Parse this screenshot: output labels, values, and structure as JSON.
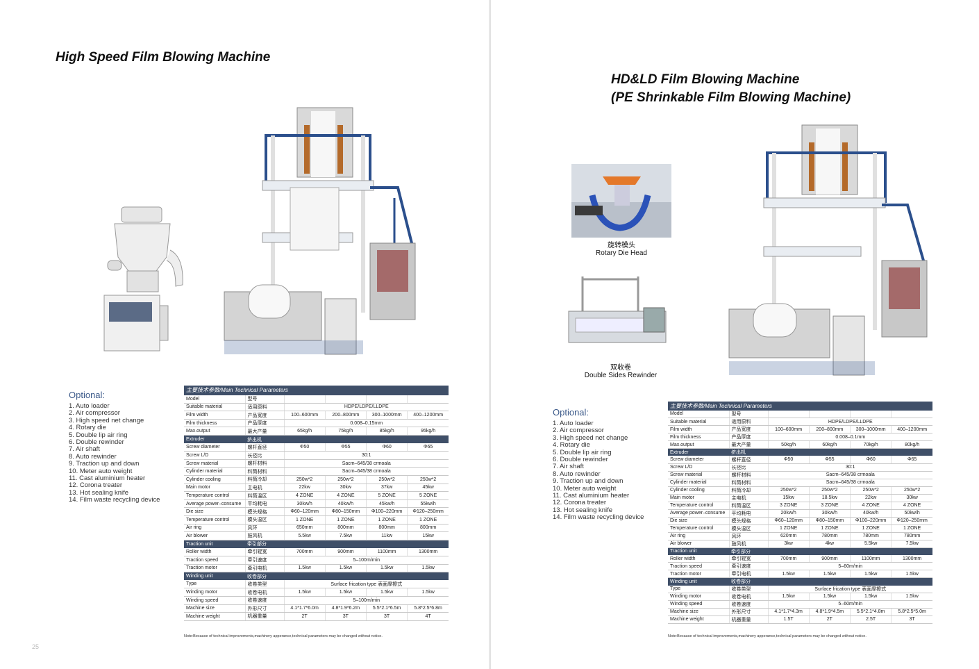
{
  "left": {
    "title": "High Speed Film Blowing Machine",
    "optional_title": "Optional:",
    "optional_items": [
      "1. Auto loader",
      "2. Air compressor",
      "3. High speed net change",
      "4. Rotary die",
      "5. Double lip air ring",
      "6. Double rewinder",
      "7. Air shaft",
      "8. Auto rewinder",
      "9. Traction up and down",
      "10. Meter auto weight",
      "11. Cast aluminium heater",
      "12. Corona treater",
      "13. Hot sealing knife",
      "14. Film waste recycling device"
    ],
    "table_title": "主要技术参数/Main Technical Parameters",
    "rows": [
      {
        "k": "Model",
        "z": "型号",
        "v": [
          "",
          "",
          "",
          ""
        ]
      },
      {
        "k": "Suitable material",
        "z": "适用原料",
        "span": "HDPE/LDPE/LLDPE"
      },
      {
        "k": "Film width",
        "z": "产品宽度",
        "v": [
          "100–600mm",
          "200–800mm",
          "300–1000mm",
          "400–1200mm"
        ]
      },
      {
        "k": "Film thickness",
        "z": "产品厚度",
        "span": "0.008–0.15mm"
      },
      {
        "k": "Max.output",
        "z": "最大产量",
        "v": [
          "65kg/h",
          "75kg/h",
          "85kg/h",
          "95kg/h"
        ]
      },
      {
        "sec": "Extruder",
        "z": "挤出机"
      },
      {
        "k": "Screw diameter",
        "z": "螺杆直径",
        "v": [
          "Φ50",
          "Φ55",
          "Φ60",
          "Φ65"
        ]
      },
      {
        "k": "Screw L/D",
        "z": "长径比",
        "span": "30:1"
      },
      {
        "k": "Screw material",
        "z": "螺杆材料",
        "span": "Sacm–645/38 crmoala"
      },
      {
        "k": "Cylinder material",
        "z": "料筒材料",
        "span": "Sacm–645/38 crmoala"
      },
      {
        "k": "Cylinder cooling",
        "z": "料筒冷却",
        "v": [
          "250w*2",
          "250w*2",
          "250w*2",
          "250w*2"
        ]
      },
      {
        "k": "Main motor",
        "z": "主电机",
        "v": [
          "22kw",
          "30kw",
          "37kw",
          "45kw"
        ]
      },
      {
        "k": "Temperature control",
        "z": "料筒温区",
        "v": [
          "4 ZONE",
          "4 ZONE",
          "5 ZONE",
          "5 ZONE"
        ]
      },
      {
        "k": "Average power–consume",
        "z": "平均耗电",
        "v": [
          "30kw/h",
          "40kw/h",
          "45kw/h",
          "55kw/h"
        ]
      },
      {
        "k": "Die size",
        "z": "模头规格",
        "v": [
          "Φ60–120mm",
          "Φ80–150mm",
          "Φ100–220mm",
          "Φ120–250mm"
        ]
      },
      {
        "k": "Temperature control",
        "z": "模头温区",
        "v": [
          "1 ZONE",
          "1 ZONE",
          "1 ZONE",
          "1 ZONE"
        ]
      },
      {
        "k": "Air ring",
        "z": "风环",
        "v": [
          "650mm",
          "800mm",
          "800mm",
          "800mm"
        ]
      },
      {
        "k": "Air blower",
        "z": "鼓风机",
        "v": [
          "5.5kw",
          "7.5kw",
          "11kw",
          "15kw"
        ]
      },
      {
        "sec": "Traction unit",
        "z": "牵引部分"
      },
      {
        "k": "Roller width",
        "z": "牵引辊宽",
        "v": [
          "700mm",
          "900mm",
          "1100mm",
          "1300mm"
        ]
      },
      {
        "k": "Traction speed",
        "z": "牵引速度",
        "span": "5–100m/min"
      },
      {
        "k": "Traction motor",
        "z": "牵引电机",
        "v": [
          "1.5kw",
          "1.5kw",
          "1.5kw",
          "1.5kw"
        ]
      },
      {
        "sec": "Winding unit",
        "z": "收卷部分"
      },
      {
        "k": "Type",
        "z": "收卷类型",
        "span": "Surface frication type 表面摩擦式"
      },
      {
        "k": "Winding motor",
        "z": "收卷电机",
        "v": [
          "1.5kw",
          "1.5kw",
          "1.5kw",
          "1.5kw"
        ]
      },
      {
        "k": "Winding speed",
        "z": "收卷速度",
        "span": "5–100m/min"
      },
      {
        "k": "Machine size",
        "z": "外形尺寸",
        "v": [
          "4.1*1.7*6.0m",
          "4.8*1.9*6.2m",
          "5.5*2.1*6.5m",
          "5.8*2.5*6.8m"
        ]
      },
      {
        "k": "Machine weight",
        "z": "机器重量",
        "v": [
          "2T",
          "3T",
          "3T",
          "4T"
        ]
      }
    ],
    "note": "Note:Because of technical improvements,machinery apperance,technical parameters may be changed without notice.",
    "page_number": "25"
  },
  "right": {
    "title_line1": "HD&LD Film Blowing Machine",
    "title_line2": "(PE Shrinkable Film Blowing Machine)",
    "caption1_zh": "旋转模头",
    "caption1_en": "Rotary Die Head",
    "caption2_zh": "双收卷",
    "caption2_en": "Double Sides Rewinder",
    "optional_title": "Optional:",
    "optional_items": [
      "1. Auto loader",
      "2. Air compressor",
      "3. High speed net change",
      "4. Rotary die",
      "5. Double lip air ring",
      "6. Double rewinder",
      "7. Air shaft",
      "8. Auto rewinder",
      "9. Traction up and down",
      "10. Meter auto weight",
      "11. Cast aluminium heater",
      "12. Corona treater",
      "13. Hot sealing knife",
      "14. Film waste recycling device"
    ],
    "table_title": "主要技术参数/Main Technical Parameters",
    "rows": [
      {
        "k": "Model",
        "z": "型号",
        "v": [
          "",
          "",
          "",
          ""
        ]
      },
      {
        "k": "Suitable material",
        "z": "适用原料",
        "span": "HDPE/LDPE/LLDPE"
      },
      {
        "k": "Film width",
        "z": "产品宽度",
        "v": [
          "100–600mm",
          "200–800mm",
          "300–1000mm",
          "400–1200mm"
        ]
      },
      {
        "k": "Film thickness",
        "z": "产品厚度",
        "span": "0.008–0.1mm"
      },
      {
        "k": "Max.output",
        "z": "最大产量",
        "v": [
          "50kg/h",
          "60kg/h",
          "70kg/h",
          "80kg/h"
        ]
      },
      {
        "sec": "Extruder",
        "z": "挤出机"
      },
      {
        "k": "Screw diameter",
        "z": "螺杆直径",
        "v": [
          "Φ50",
          "Φ55",
          "Φ60",
          "Φ65"
        ]
      },
      {
        "k": "Screw L/D",
        "z": "长径比",
        "span": "30:1"
      },
      {
        "k": "Screw material",
        "z": "螺杆材料",
        "span": "Sacm–645/38 crmoala"
      },
      {
        "k": "Cylinder material",
        "z": "料筒材料",
        "span": "Sacm–645/38 crmoala"
      },
      {
        "k": "Cylinder cooling",
        "z": "料筒冷却",
        "v": [
          "250w*2",
          "250w*2",
          "250w*2",
          "250w*2"
        ]
      },
      {
        "k": "Main motor",
        "z": "主电机",
        "v": [
          "15kw",
          "18.5kw",
          "22kw",
          "30kw"
        ]
      },
      {
        "k": "Temperature control",
        "z": "料筒温区",
        "v": [
          "3 ZONE",
          "3 ZONE",
          "4 ZONE",
          "4 ZONE"
        ]
      },
      {
        "k": "Average power–consume",
        "z": "平均耗电",
        "v": [
          "20kw/h",
          "30kw/h",
          "40kw/h",
          "50kw/h"
        ]
      },
      {
        "k": "Die size",
        "z": "模头规格",
        "v": [
          "Φ60–120mm",
          "Φ80–150mm",
          "Φ100–220mm",
          "Φ120–250mm"
        ]
      },
      {
        "k": "Temperature control",
        "z": "模头温区",
        "v": [
          "1 ZONE",
          "1 ZONE",
          "1 ZONE",
          "1 ZONE"
        ]
      },
      {
        "k": "Air ring",
        "z": "风环",
        "v": [
          "620mm",
          "780mm",
          "780mm",
          "780mm"
        ]
      },
      {
        "k": "Air blower",
        "z": "鼓风机",
        "v": [
          "3kw",
          "4kw",
          "5.5kw",
          "7.5kw"
        ]
      },
      {
        "sec": "Traction unit",
        "z": "牵引部分"
      },
      {
        "k": "Roller width",
        "z": "牵引辊宽",
        "v": [
          "700mm",
          "900mm",
          "1100mm",
          "1300mm"
        ]
      },
      {
        "k": "Traction speed",
        "z": "牵引速度",
        "span": "5–60m/min"
      },
      {
        "k": "Traction motor",
        "z": "牵引电机",
        "v": [
          "1.5kw",
          "1.5kw",
          "1.5kw",
          "1.5kw"
        ]
      },
      {
        "sec": "Winding unit",
        "z": "收卷部分"
      },
      {
        "k": "Type",
        "z": "收卷类型",
        "span": "Surface frication type 表面摩擦式"
      },
      {
        "k": "Winding motor",
        "z": "收卷电机",
        "v": [
          "1.5kw",
          "1.5kw",
          "1.5kw",
          "1.5kw"
        ]
      },
      {
        "k": "Winding speed",
        "z": "收卷速度",
        "span": "5–60m/min"
      },
      {
        "k": "Machine size",
        "z": "外形尺寸",
        "v": [
          "4.1*1.7*4.3m",
          "4.8*1.9*4.5m",
          "5.5*2.1*4.8m",
          "5.8*2.5*5.0m"
        ]
      },
      {
        "k": "Machine weight",
        "z": "机器重量",
        "v": [
          "1.5T",
          "2T",
          "2.5T",
          "3T"
        ]
      }
    ],
    "note": "Note:Because of technical improvements,machinery apperance,technical parameters may be changed without notice."
  },
  "colors": {
    "table_header": "#3f4f68",
    "optional_title": "#3c5a8a",
    "frame_blue": "#2b4f8c",
    "frame_white": "#e9edf2"
  }
}
